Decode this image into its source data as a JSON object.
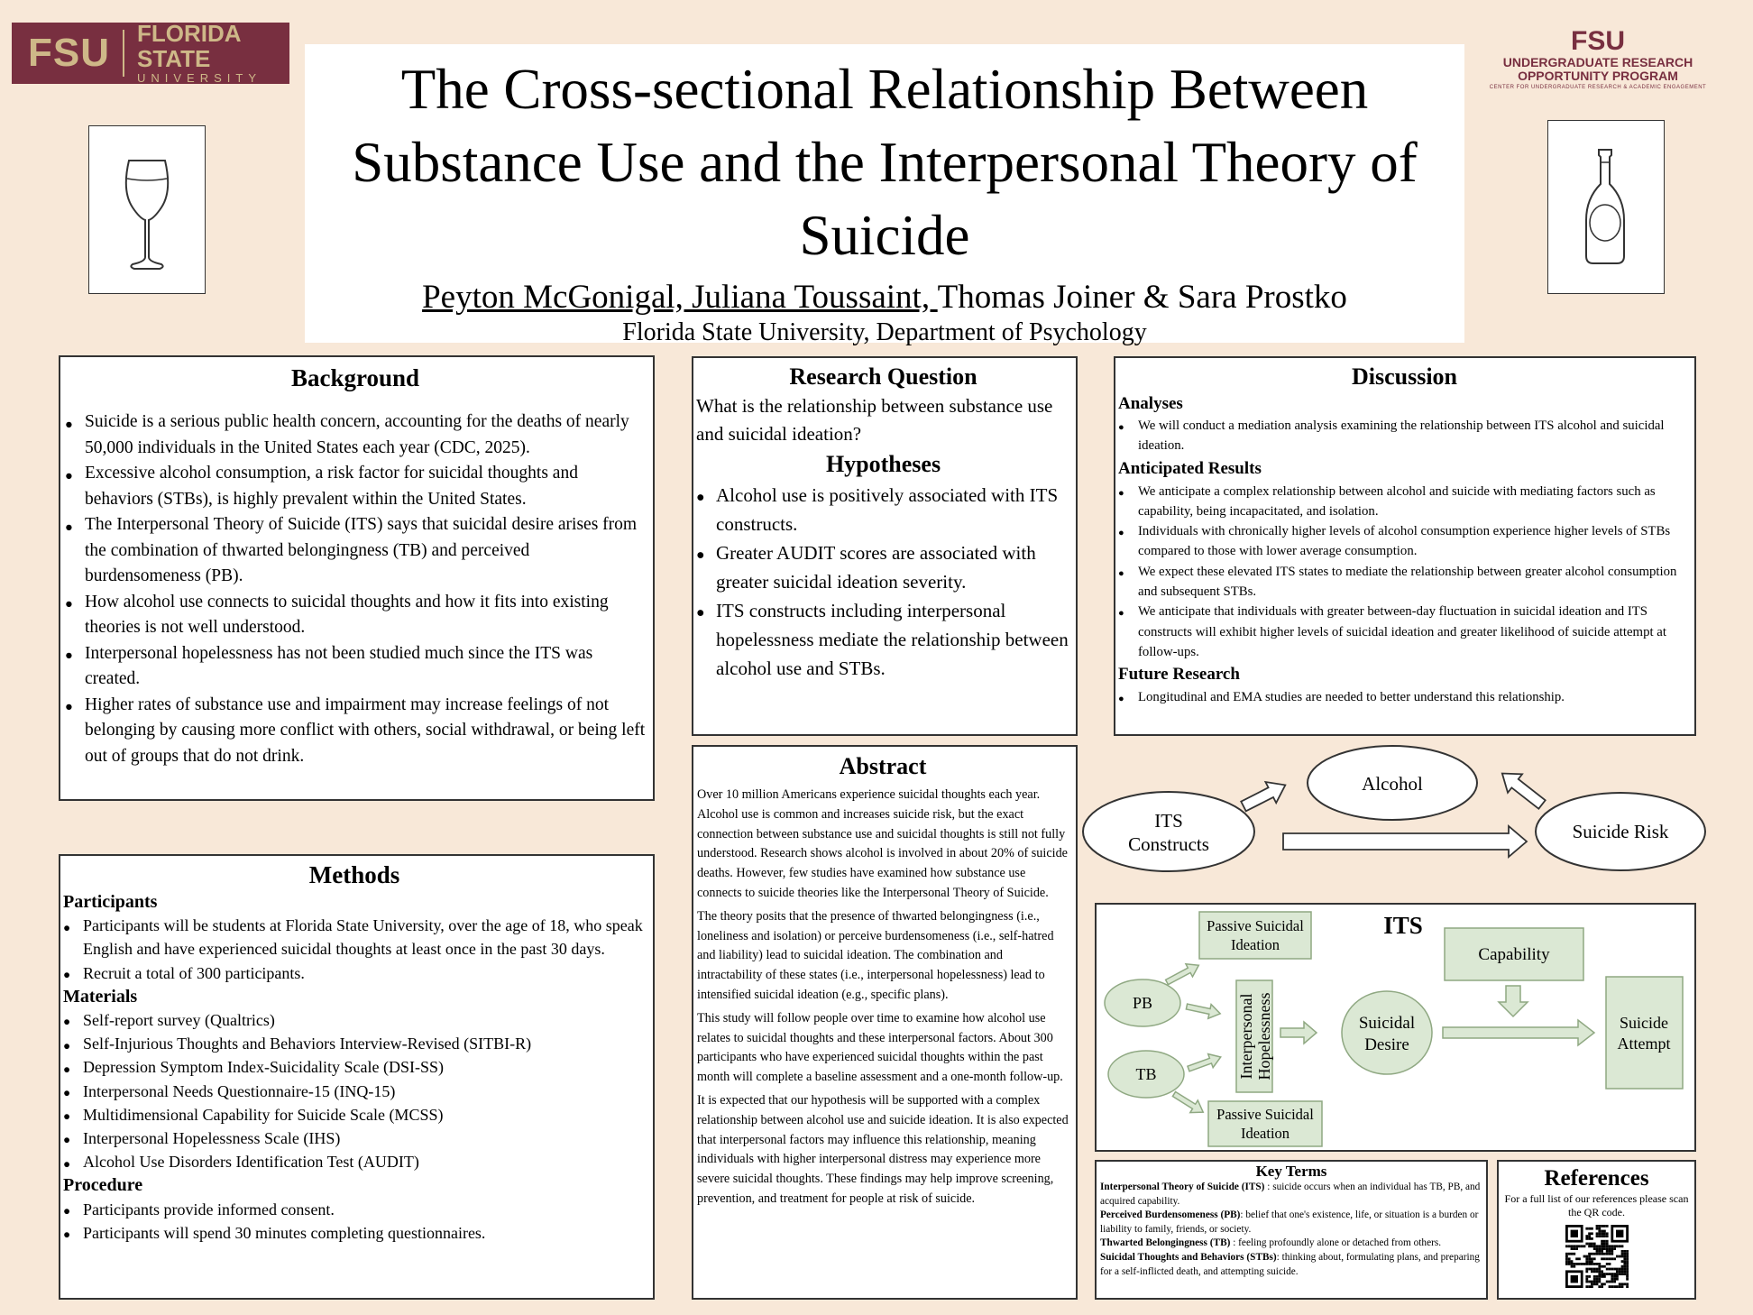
{
  "logos": {
    "fsu_mark": "FSU",
    "fsu_name": "FLORIDA STATE",
    "fsu_sub": "UNIVERSITY",
    "urop_mark": "FSU",
    "urop_line1": "UNDERGRADUATE RESEARCH",
    "urop_line2": "OPPORTUNITY PROGRAM",
    "urop_line3": "CENTER FOR UNDERGRADUATE RESEARCH & ACADEMIC ENGAGEMENT",
    "brand_color": "#782f40",
    "gold_color": "#ceb888"
  },
  "icons": {
    "left": "wine-glass-icon",
    "right": "beer-bottle-icon"
  },
  "header": {
    "title": "The Cross-sectional Relationship Between Substance Use and the Interpersonal Theory of Suicide",
    "authors_underlined": "Peyton McGonigal, Juliana Toussaint, ",
    "authors_rest": "Thomas Joiner & Sara Prostko",
    "affiliation": "Florida State University, Department of Psychology"
  },
  "background": {
    "title": "Background",
    "items": [
      "Suicide is a serious public health concern, accounting for the deaths of nearly 50,000 individuals in the United States each year (CDC, 2025).",
      "Excessive alcohol consumption, a risk factor for suicidal thoughts and behaviors (STBs), is highly prevalent within the United States.",
      "The Interpersonal Theory of Suicide (ITS) says that suicidal desire arises from the combination of thwarted belongingness (TB) and perceived burdensomeness (PB).",
      "How alcohol use connects to suicidal thoughts and how it fits into existing theories is not well understood.",
      "Interpersonal hopelessness has not been studied much since the ITS was created.",
      "Higher rates of substance use and impairment may increase feelings of not belonging by causing more conflict with others, social withdrawal, or being left out of groups that do not drink."
    ]
  },
  "methods": {
    "title": "Methods",
    "participants_heading": "Participants",
    "participants": [
      "Participants will be students at Florida State University, over the age of 18, who speak English and have experienced suicidal thoughts at least once in the past 30 days.",
      "Recruit a total of 300 participants."
    ],
    "materials_heading": "Materials",
    "materials": [
      "Self-report survey (Qualtrics)",
      "Self-Injurious Thoughts and Behaviors Interview-Revised (SITBI-R)",
      "Depression Symptom Index-Suicidality Scale (DSI-SS)",
      "Interpersonal Needs Questionnaire-15 (INQ-15)",
      "Multidimensional Capability for Suicide Scale (MCSS)",
      "Interpersonal Hopelessness Scale (IHS)",
      "Alcohol Use Disorders Identification Test (AUDIT)"
    ],
    "procedure_heading": "Procedure",
    "procedure": [
      "Participants provide informed consent.",
      "Participants will spend 30 minutes completing questionnaires."
    ]
  },
  "research": {
    "title": "Research Question",
    "question": "What is the relationship between substance use and suicidal ideation?",
    "hyp_title": "Hypotheses",
    "hypotheses": [
      "Alcohol use is positively associated with ITS constructs.",
      "Greater AUDIT scores are associated with greater suicidal ideation severity.",
      "ITS constructs including interpersonal hopelessness mediate the relationship between alcohol use and STBs."
    ]
  },
  "abstract": {
    "title": "Abstract",
    "paragraphs": [
      "Over 10 million Americans experience suicidal thoughts each year. Alcohol use is common and increases suicide risk, but the exact connection between substance use and suicidal thoughts is still not fully understood. Research shows alcohol is involved in about 20% of suicide deaths. However, few studies have examined how substance use connects to suicide theories like the Interpersonal Theory of Suicide.",
      "The theory posits that the presence of thwarted belongingness (i.e., loneliness and isolation) or perceive burdensomeness (i.e., self-hatred and liability) lead to suicidal ideation. The combination and intractability of these states (i.e., interpersonal hopelessness) lead to intensified suicidal ideation (e.g., specific plans).",
      "This study will follow people over time to examine how alcohol use relates to suicidal thoughts and these interpersonal factors. About 300 participants who have experienced suicidal thoughts within the past month will complete a baseline assessment and a one-month follow-up.",
      "It is expected that our hypothesis will be supported with a complex relationship between alcohol use and suicide ideation. It is also expected that interpersonal factors may influence this relationship, meaning individuals with higher interpersonal distress may experience more severe suicidal thoughts. These findings may help improve screening, prevention, and treatment for people at risk of suicide."
    ]
  },
  "discussion": {
    "title": "Discussion",
    "analyses_heading": "Analyses",
    "analyses": [
      "We will conduct a mediation analysis examining the relationship between ITS alcohol and suicidal ideation."
    ],
    "results_heading": "Anticipated Results",
    "results": [
      "We anticipate a complex relationship between alcohol and suicide with mediating factors such as capability, being incapacitated, and isolation.",
      "Individuals with chronically higher levels of alcohol consumption experience higher levels of STBs compared to those with lower average consumption.",
      "We expect these elevated ITS states to mediate the relationship between greater alcohol consumption and subsequent STBs.",
      "We anticipate that individuals with greater between-day fluctuation in suicidal ideation and ITS constructs will exhibit higher levels of suicidal ideation and greater likelihood of suicide attempt at follow-ups."
    ],
    "future_heading": "Future Research",
    "future": [
      "Longitudinal and EMA studies are needed to better understand this relationship."
    ]
  },
  "mediation_diagram": {
    "its_line1": "ITS",
    "its_line2": "Constructs",
    "alcohol": "Alcohol",
    "suicide_risk": "Suicide Risk"
  },
  "its_diagram": {
    "title": "ITS",
    "passive_top_1": "Passive Suicidal",
    "passive_top_2": "Ideation",
    "pb": "PB",
    "tb": "TB",
    "hopelessness_1": "Interpersonal",
    "hopelessness_2": "Hopelessness",
    "desire_1": "Suicidal",
    "desire_2": "Desire",
    "capability": "Capability",
    "attempt_1": "Suicide",
    "attempt_2": "Attempt",
    "passive_bottom_1": "Passive Suicidal",
    "passive_bottom_2": "Ideation",
    "fill_color": "#dbe8d4",
    "stroke_color": "#8fa882"
  },
  "key_terms": {
    "title": "Key Terms",
    "terms": [
      {
        "term": "Interpersonal Theory of Suicide (ITS)",
        "def": " : suicide occurs when an individual has TB, PB, and acquired capability."
      },
      {
        "term": "Perceived Burdensomeness (PB)",
        "def": ": belief that one's existence, life, or situation is a burden or liability to family, friends, or society."
      },
      {
        "term": "Thwarted Belongingness (TB)",
        "def": " : feeling profoundly alone or detached from others."
      },
      {
        "term": "Suicidal Thoughts and Behaviors (STBs)",
        "def": ": thinking about, formulating plans, and preparing for a self-inflicted death, and attempting suicide."
      }
    ]
  },
  "references": {
    "title": "References",
    "text": "For a full list of our references please scan the QR code."
  }
}
